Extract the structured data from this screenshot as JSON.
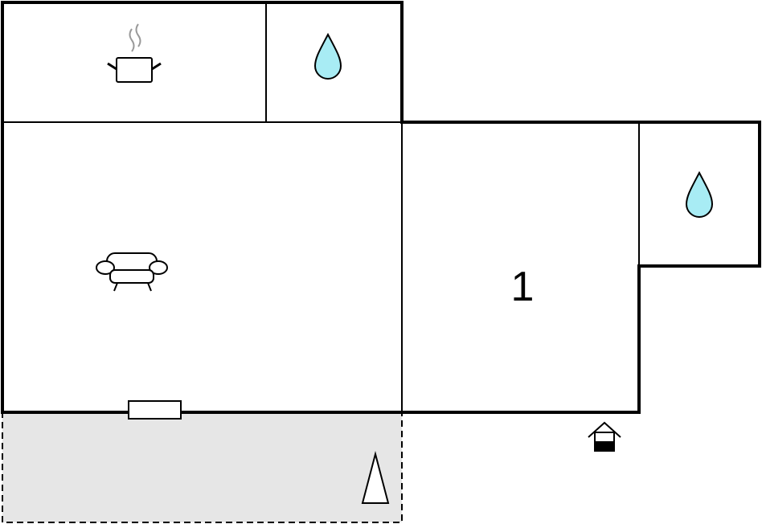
{
  "floorplan": {
    "rooms": [
      {
        "name": "kitchen",
        "icon": "cooking-pot-icon"
      },
      {
        "name": "bathroom-1",
        "icon": "water-drop-icon"
      },
      {
        "name": "living-room",
        "icon": "sofa-icon"
      },
      {
        "name": "bedroom-1",
        "label": "1"
      },
      {
        "name": "bathroom-2",
        "icon": "water-drop-icon"
      },
      {
        "name": "terrace",
        "icon": "parasol-icon"
      }
    ],
    "entrance_icon": "entrance-house-icon",
    "colors": {
      "walls": "#000000",
      "terrace_fill": "#e6e6e6",
      "water_drop": "#a8ecf4",
      "steam": "#999999"
    }
  }
}
